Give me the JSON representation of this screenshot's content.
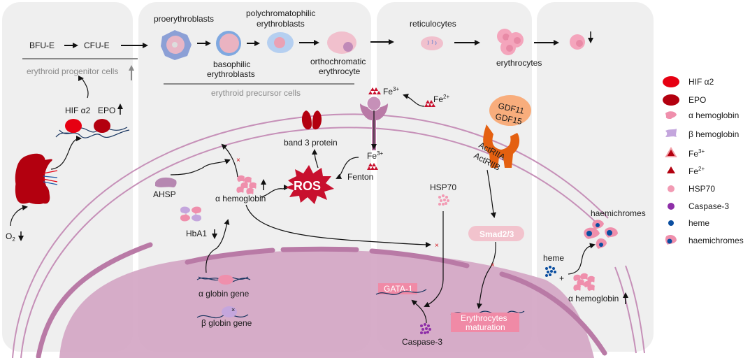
{
  "colors": {
    "panel_bg": "#efefef",
    "membrane": "#c690b8",
    "nucleus": "#d4a6c4",
    "nucleus_envelope": "#b97aa6",
    "hif": "#e60012",
    "epo": "#b3000f",
    "alpha_hb": "#ef8fac",
    "beta_hb": "#c4a6dd",
    "fe": "#c8102e",
    "hsp70": "#f29bb4",
    "caspase": "#8e2fa8",
    "heme": "#0a4ea0",
    "ros": "#c8102e",
    "gdf": "#f8ad7c",
    "actr": "#e46010",
    "pink_box": "#f08aa6",
    "smad_box": "#f2c3cd",
    "dna": "#16335e"
  },
  "stages": {
    "bfu_e": "BFU-E",
    "cfu_e": "CFU-E",
    "progenitor_group": "erythroid progenitor cells",
    "proerythroblasts": "proerythroblasts",
    "basophilic_1": "basophilic",
    "basophilic_2": "erythroblasts",
    "polychromatophilic_1": "polychromatophilic",
    "polychromatophilic_2": "erythroblasts",
    "orthochromatic_1": "orthochromatic",
    "orthochromatic_2": "erythrocyte",
    "precursor_group": "erythroid precursor cells",
    "reticulocytes": "reticulocytes",
    "erythrocytes": "erythrocytes"
  },
  "kidney_section": {
    "hif": "HIF α2",
    "epo": "EPO",
    "o2": "O",
    "o2_sub": "2"
  },
  "cell_labels": {
    "band3": "band 3 protein",
    "ahsp": "AHSP",
    "alpha_hb": "α hemoglobin",
    "hba1": "HbA1",
    "ros": "ROS",
    "fenton": "Fenton",
    "fe": "Fe",
    "fe3_sup": "3+",
    "fe2_sup": "2+",
    "gdf11": "GDF11",
    "gdf15": "GDF15",
    "actriia": "ActRIIA",
    "actriib": "ActRIIB",
    "hsp70": "HSP70",
    "smad": "Smad2/3",
    "gata1": "GATA-1",
    "caspase3": "Caspase-3",
    "erythro_mat_1": "Erythrocytes",
    "erythro_mat_2": "maturation",
    "alpha_gene": "α globin gene",
    "beta_gene": "β globin gene",
    "haemichromes": "haemichromes",
    "heme": "heme",
    "plus": "+",
    "alpha_hb_right": "α hemoglobin"
  },
  "legend": [
    {
      "icon": "hif-alpha2-icon",
      "label": "HIF α2"
    },
    {
      "icon": "epo-icon",
      "label": "EPO"
    },
    {
      "icon": "alpha-hemoglobin-icon",
      "label": "α hemoglobin"
    },
    {
      "icon": "beta-hemoglobin-icon",
      "label": "β hemoglobin"
    },
    {
      "icon": "fe3-icon",
      "label": "Fe",
      "sup": "3+"
    },
    {
      "icon": "fe2-icon",
      "label": "Fe",
      "sup": "2+"
    },
    {
      "icon": "hsp70-icon",
      "label": "HSP70"
    },
    {
      "icon": "caspase3-icon",
      "label": "Caspase-3"
    },
    {
      "icon": "heme-icon",
      "label": "heme"
    },
    {
      "icon": "haemichromes-icon",
      "label": "haemichromes"
    }
  ]
}
